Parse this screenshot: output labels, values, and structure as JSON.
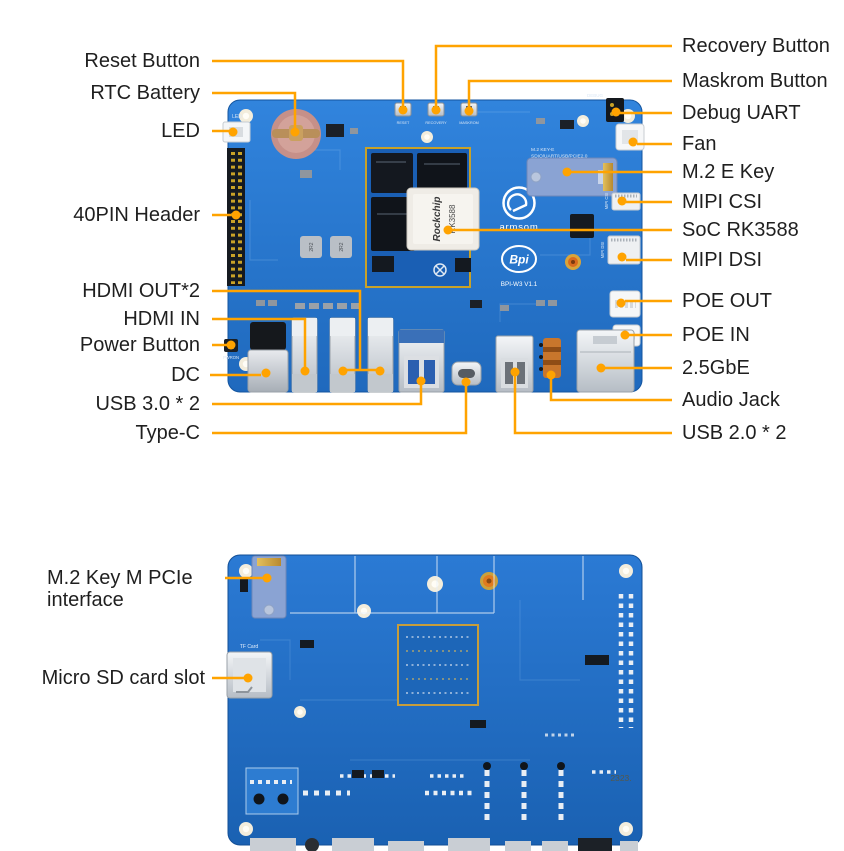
{
  "colors": {
    "accent_leader": "#ffa300",
    "label_text": "#1f1f1f",
    "board_blue_front": "#2578d2",
    "board_blue_back": "#1f6cc4",
    "background": "#ffffff"
  },
  "front": {
    "labels": {
      "reset": "Reset Button",
      "rtc": "RTC Battery",
      "led": "LED",
      "header40": "40PIN Header",
      "hdmi_out": "HDMI OUT*2",
      "hdmi_in": "HDMI IN",
      "power": "Power Button",
      "dc": "DC",
      "usb3": "USB 3.0 * 2",
      "typec": "Type-C",
      "recovery": "Recovery Button",
      "maskrom": "Maskrom Button",
      "debug_uart": "Debug UART",
      "fan": "Fan",
      "m2e": "M.2 E Key",
      "mipi_csi": "MIPI CSI",
      "soc": "SoC RK3588",
      "mipi_dsi": "MIPI DSI",
      "poe_out": "POE OUT",
      "poe_in": "POE IN",
      "eth": "2.5GbE",
      "audio": "Audio Jack",
      "usb2": "USB 2.0 * 2"
    },
    "silkscreen": {
      "soc_brand": "Rockchip",
      "soc_model": "RK3588",
      "armsom": "armsom",
      "bpi": "Bpi",
      "board_rev": "BPI-W3 V1.1",
      "m2_note_line1": "M.2  KEY-E",
      "m2_note_line2": "SDIO/UART/USB/PCIE2.0",
      "debug": "DEBUG",
      "led": "LED",
      "pwron": "PWRON",
      "reset_btn": "RESET",
      "recovery_btn": "RECOVERY",
      "maskrom_btn": "MASKROM",
      "mipi_csi": "MIPI CSI",
      "mipi_dsi": "MIPI DSI",
      "inductor": "2R2"
    }
  },
  "back": {
    "labels": {
      "m2m": "M.2 Key M PCIe\ninterface",
      "sd": "Micro SD card slot"
    },
    "silkscreen": {
      "tf_card": "TF Card",
      "date_code": "2323."
    }
  }
}
